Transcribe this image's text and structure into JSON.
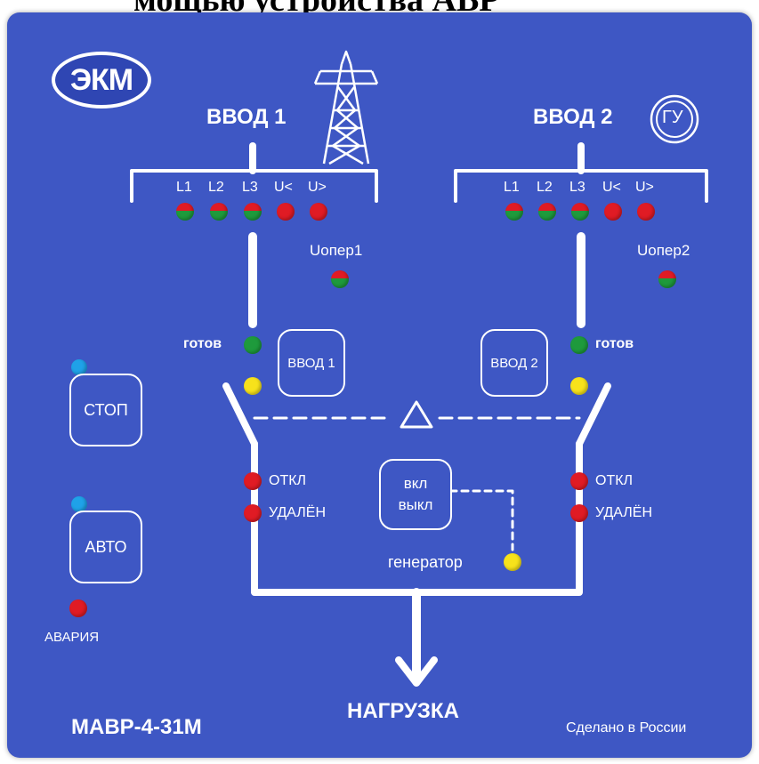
{
  "caption": "мощью устройства АВР",
  "panel": {
    "logo": "ЭКМ",
    "model": "МАВР-4-31М",
    "made_in": "Сделано в России",
    "load": "НАГРУЗКА"
  },
  "input1": {
    "title": "ВВОД 1",
    "phases": [
      "L1",
      "L2",
      "L3",
      "U<",
      "U>"
    ],
    "uoper": "Uопер1",
    "ready": "готов",
    "off": "ОТКЛ",
    "remote": "УДАЛЁН",
    "button": "ВВОД 1"
  },
  "input2": {
    "title": "ВВОД 2",
    "gu": "ГУ",
    "phases": [
      "L1",
      "L2",
      "L3",
      "U<",
      "U>"
    ],
    "uoper": "Uопер2",
    "ready": "готов",
    "off": "ОТКЛ",
    "remote": "УДАЛЁН",
    "button": "ВВОД 2"
  },
  "controls": {
    "stop": "СТОП",
    "auto": "АВТО",
    "alarm": "АВАРИЯ",
    "gen_on": "вкл",
    "gen_off": "выкл",
    "generator": "генератор"
  },
  "colors": {
    "panel": "#3e57c4",
    "red": "#e01b24",
    "green": "#1e9a3c",
    "yellow": "#f7e21b",
    "blue": "#1fa2e8"
  }
}
